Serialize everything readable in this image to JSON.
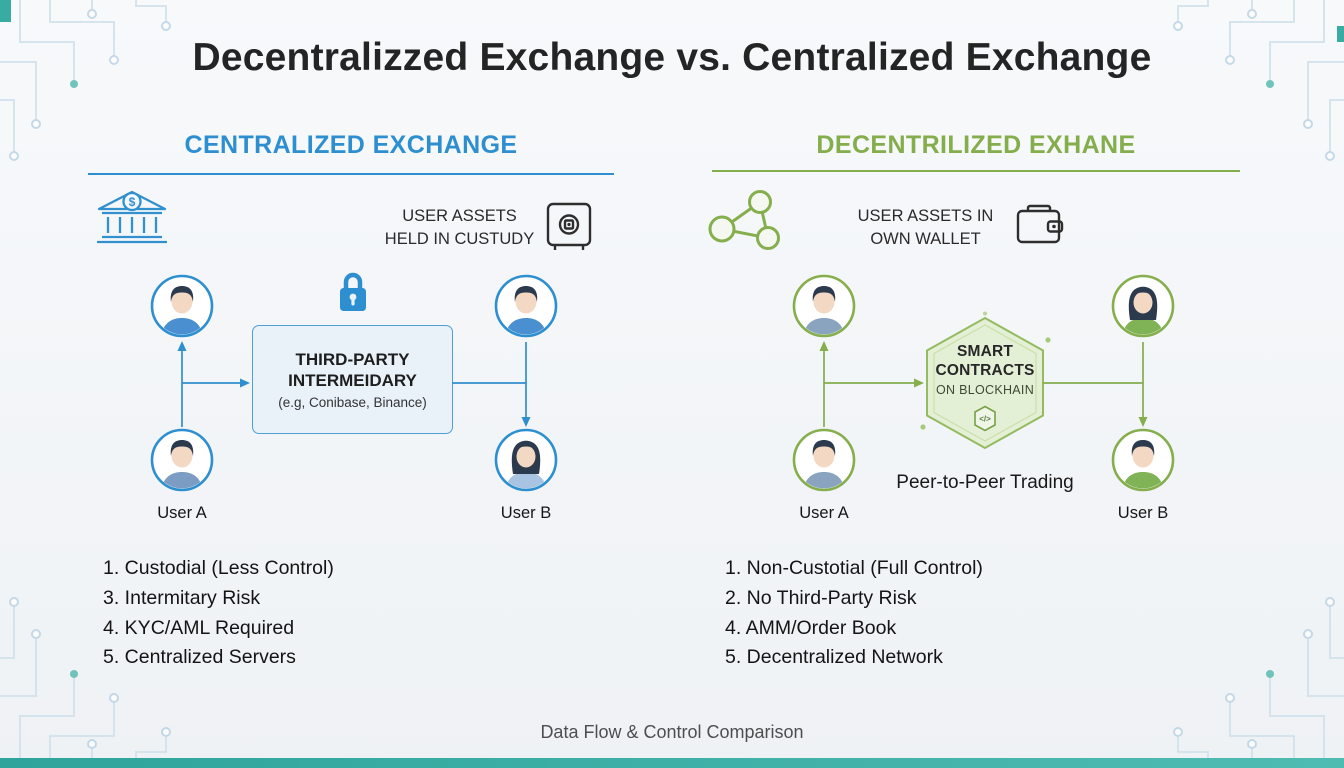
{
  "page": {
    "title": "Decentralizzed Exchange vs. Centralized Exchange",
    "footer": "Data Flow & Control Comparison"
  },
  "colors": {
    "cex_accent": "#2e8fd0",
    "dex_accent": "#84ad4c",
    "teal_accent": "#38aba2",
    "box_fill": "#e9f1f9",
    "hex_fill": "#e3f0d5"
  },
  "cex": {
    "heading": "CENTRALIZED EXCHANGE",
    "bank_symbol": "$",
    "custody_line1": "USER ASSETS",
    "custody_line2": "HELD IN CUSTUDY",
    "box_line1": "THIRD-PARTY",
    "box_line2": "INTERMEIDARY",
    "box_line3": "(e.g, Conibase, Binance)",
    "user_a_label": "User A",
    "user_b_label": "User B",
    "features": [
      "1. Custodial (Less Control)",
      "3. Intermitary Risk",
      "4. KYC/AML Required",
      "5. Centralized Servers"
    ]
  },
  "dex": {
    "heading": "DECENTRILIZED EXHANE",
    "wallet_line1": "USER ASSETS IN",
    "wallet_line2": "OWN WALLET",
    "hex_line1": "SMART",
    "hex_line2": "CONTRACTS",
    "hex_line3": "ON BLOCKHAIN",
    "code_glyph": "</>",
    "p2p_label": "Peer-to-Peer Trading",
    "user_a_label": "User A",
    "user_b_label": "User B",
    "features": [
      "1. Non-Custotial (Full Control)",
      "2. No Third-Party Risk",
      "4. AMM/Order Book",
      "5. Decentralized Network"
    ]
  }
}
